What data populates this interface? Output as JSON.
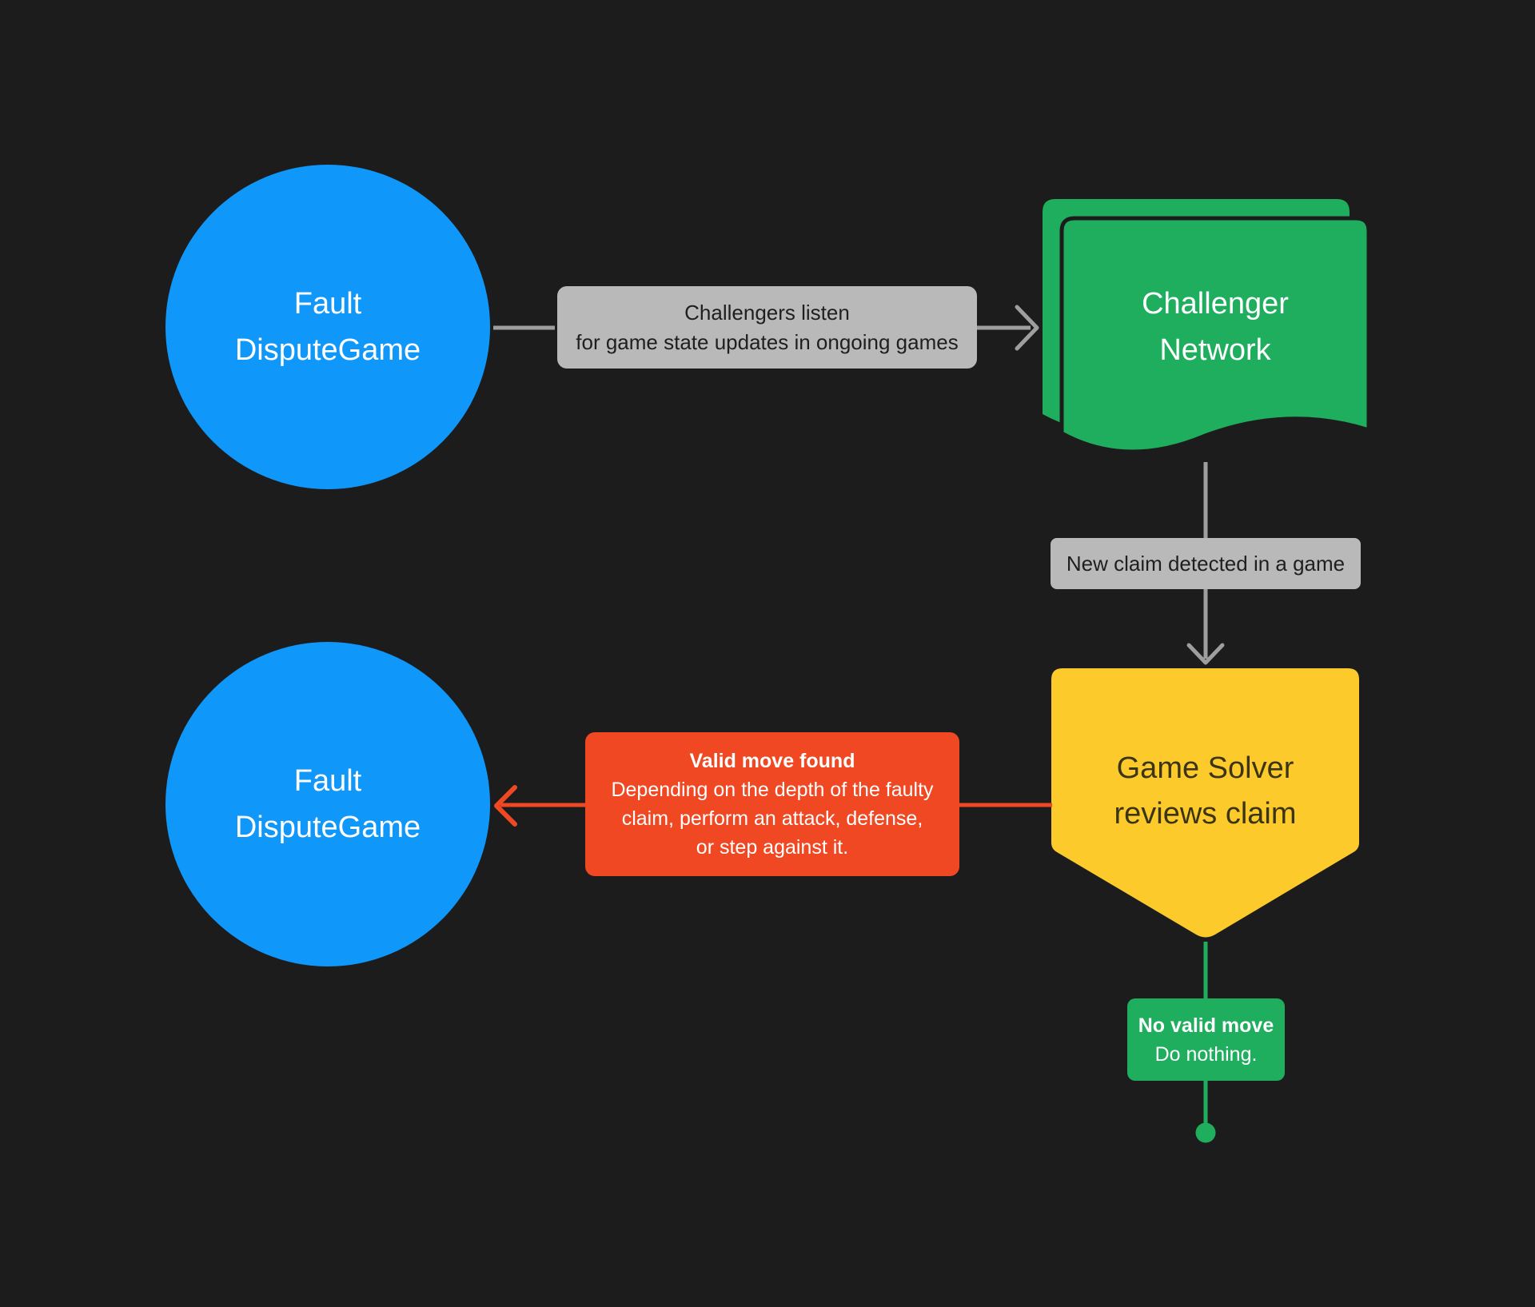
{
  "diagram": {
    "title": "Fault dispute game challenger flow",
    "colors": {
      "background": "#1c1c1c",
      "node_blue": "#1097fa",
      "node_green": "#1fad5e",
      "node_yellow": "#fcca2b",
      "node_red": "#ef4823",
      "label_gray": "#b9b9b9",
      "arrow_gray": "#9e9e9e",
      "label_text": "#1f1f1f",
      "yellow_text": "#3b3415",
      "white_text": "#ffffff"
    },
    "nodes": {
      "fault_dispute_top": {
        "line1": "Fault",
        "line2": "DisputeGame"
      },
      "challenger_network": {
        "line1": "Challenger",
        "line2": "Network"
      },
      "game_solver": {
        "line1": "Game Solver",
        "line2": "reviews claim"
      },
      "fault_dispute_bottom": {
        "line1": "Fault",
        "line2": "DisputeGame"
      }
    },
    "edges": {
      "listen": {
        "line1": "Challengers listen",
        "line2": "for game state updates in ongoing games"
      },
      "new_claim": {
        "text": "New claim detected in a game"
      },
      "valid_move": {
        "title": "Valid move found",
        "line1": "Depending on the depth of the faulty",
        "line2": "claim, perform an attack, defense,",
        "line3": "or step against it."
      },
      "no_valid_move": {
        "title": "No valid move",
        "body": "Do nothing."
      }
    }
  }
}
